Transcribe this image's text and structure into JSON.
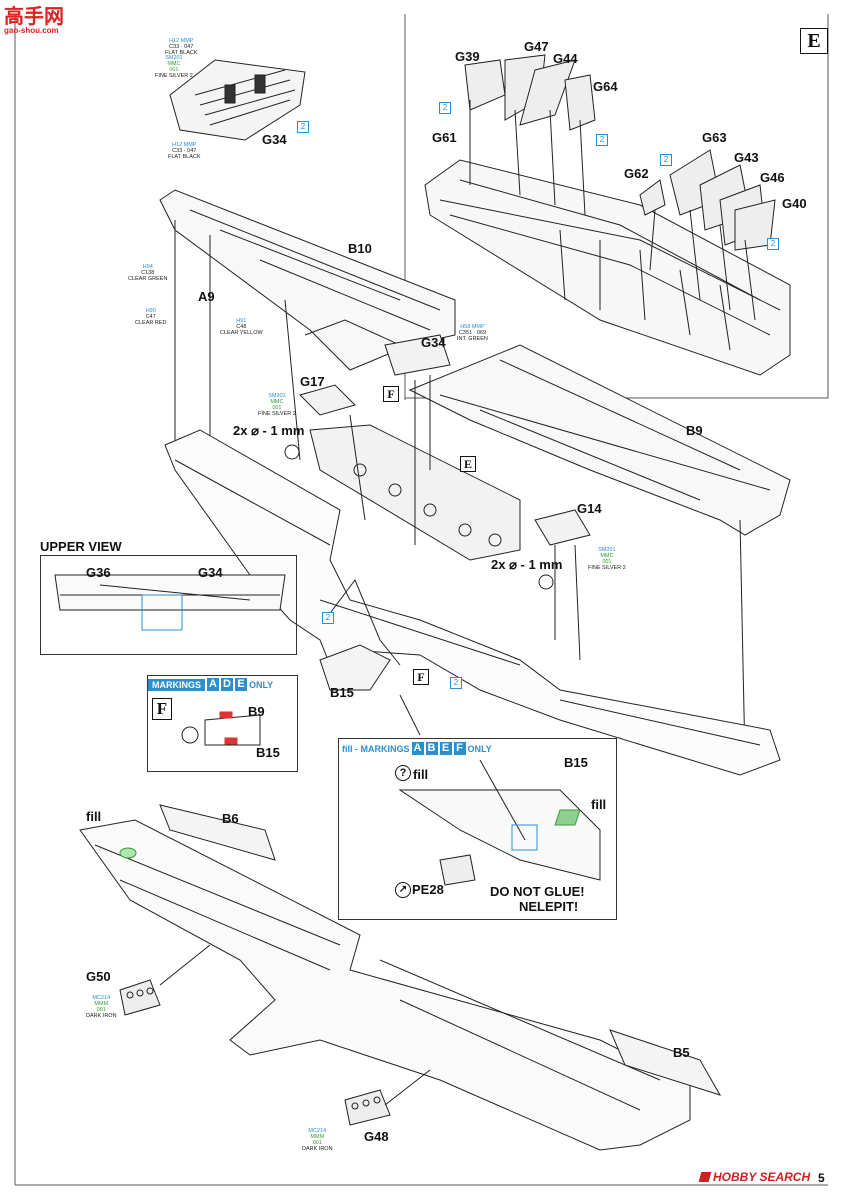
{
  "header": {
    "logo_chars": "高手网",
    "logo_url": "gao-shou.com"
  },
  "section_letter": "E",
  "part_labels": {
    "g34_top": "G34",
    "g39": "G39",
    "g47": "G47",
    "g44": "G44",
    "g64": "G64",
    "g61": "G61",
    "g63": "G63",
    "g43": "G43",
    "g62": "G62",
    "g46": "G46",
    "g40": "G40",
    "b10": "B10",
    "a9": "A9",
    "g34_mid": "G34",
    "g17": "G17",
    "b9_main": "B9",
    "g14": "G14",
    "g36": "G36",
    "g34_upper": "G34",
    "b15_main": "B15",
    "b9_inset": "B9",
    "b15_inset": "B15",
    "b15_fill": "B15",
    "pe28": "PE28",
    "b6": "B6",
    "g50": "G50",
    "b5": "B5",
    "g48": "G48"
  },
  "drill_1": "2x ⌀ - 1 mm",
  "drill_2": "2x ⌀ - 1 mm",
  "upper_view": "UPPER VIEW",
  "markings_ade": {
    "prefix": "MARKINGS",
    "letters": [
      "A",
      "D",
      "E"
    ],
    "suffix": "ONLY"
  },
  "markings_abef": {
    "prefix": "fill - MARKINGS",
    "letters": [
      "A",
      "B",
      "E",
      "F"
    ],
    "suffix": "ONLY"
  },
  "inset_f": "F",
  "fill_labels": {
    "q_fill": "fill",
    "right_fill": "fill",
    "wing_fill": "fill"
  },
  "do_not_glue": "DO NOT GLUE!",
  "nelepit": "NELEPIT!",
  "ref_tags": [
    "2",
    "2",
    "2",
    "2",
    "2",
    "2",
    "2"
  ],
  "boxed_letters": {
    "f1": "F",
    "e_mid": "E",
    "f2": "F"
  },
  "paints": {
    "g34_top_black": [
      "H12 MMP",
      "C33 · 047",
      "FLAT BLACK"
    ],
    "g34_top_silver": [
      "SM201",
      "MMC",
      "001",
      "FINE SILVER 2"
    ],
    "g34_top_flat": [
      "H12 MMP",
      "C33 · 047",
      "FLAT BLACK"
    ],
    "a9_green": [
      "H94",
      "C138",
      "CLEAR GREEN"
    ],
    "a9_red": [
      "H90",
      "C47",
      "CLEAR RED"
    ],
    "a9_yellow": [
      "H91",
      "C48",
      "CLEAR YELLOW"
    ],
    "g34_green": [
      "H58 MMP",
      "C351 · 069",
      "INT. GREEN"
    ],
    "g17_silver": [
      "SM201",
      "MMC",
      "001",
      "FINE SILVER 2"
    ],
    "g14_silver": [
      "SM201",
      "MMC",
      "001",
      "FINE SILVER 2"
    ],
    "g50_iron": [
      "MC214",
      "MMM",
      "001",
      "DARK IRON"
    ],
    "g48_iron": [
      "MC214",
      "MMM",
      "001",
      "DARK IRON"
    ]
  },
  "footer": {
    "watermark": "HOBBY SEARCH",
    "page_number": "5"
  }
}
